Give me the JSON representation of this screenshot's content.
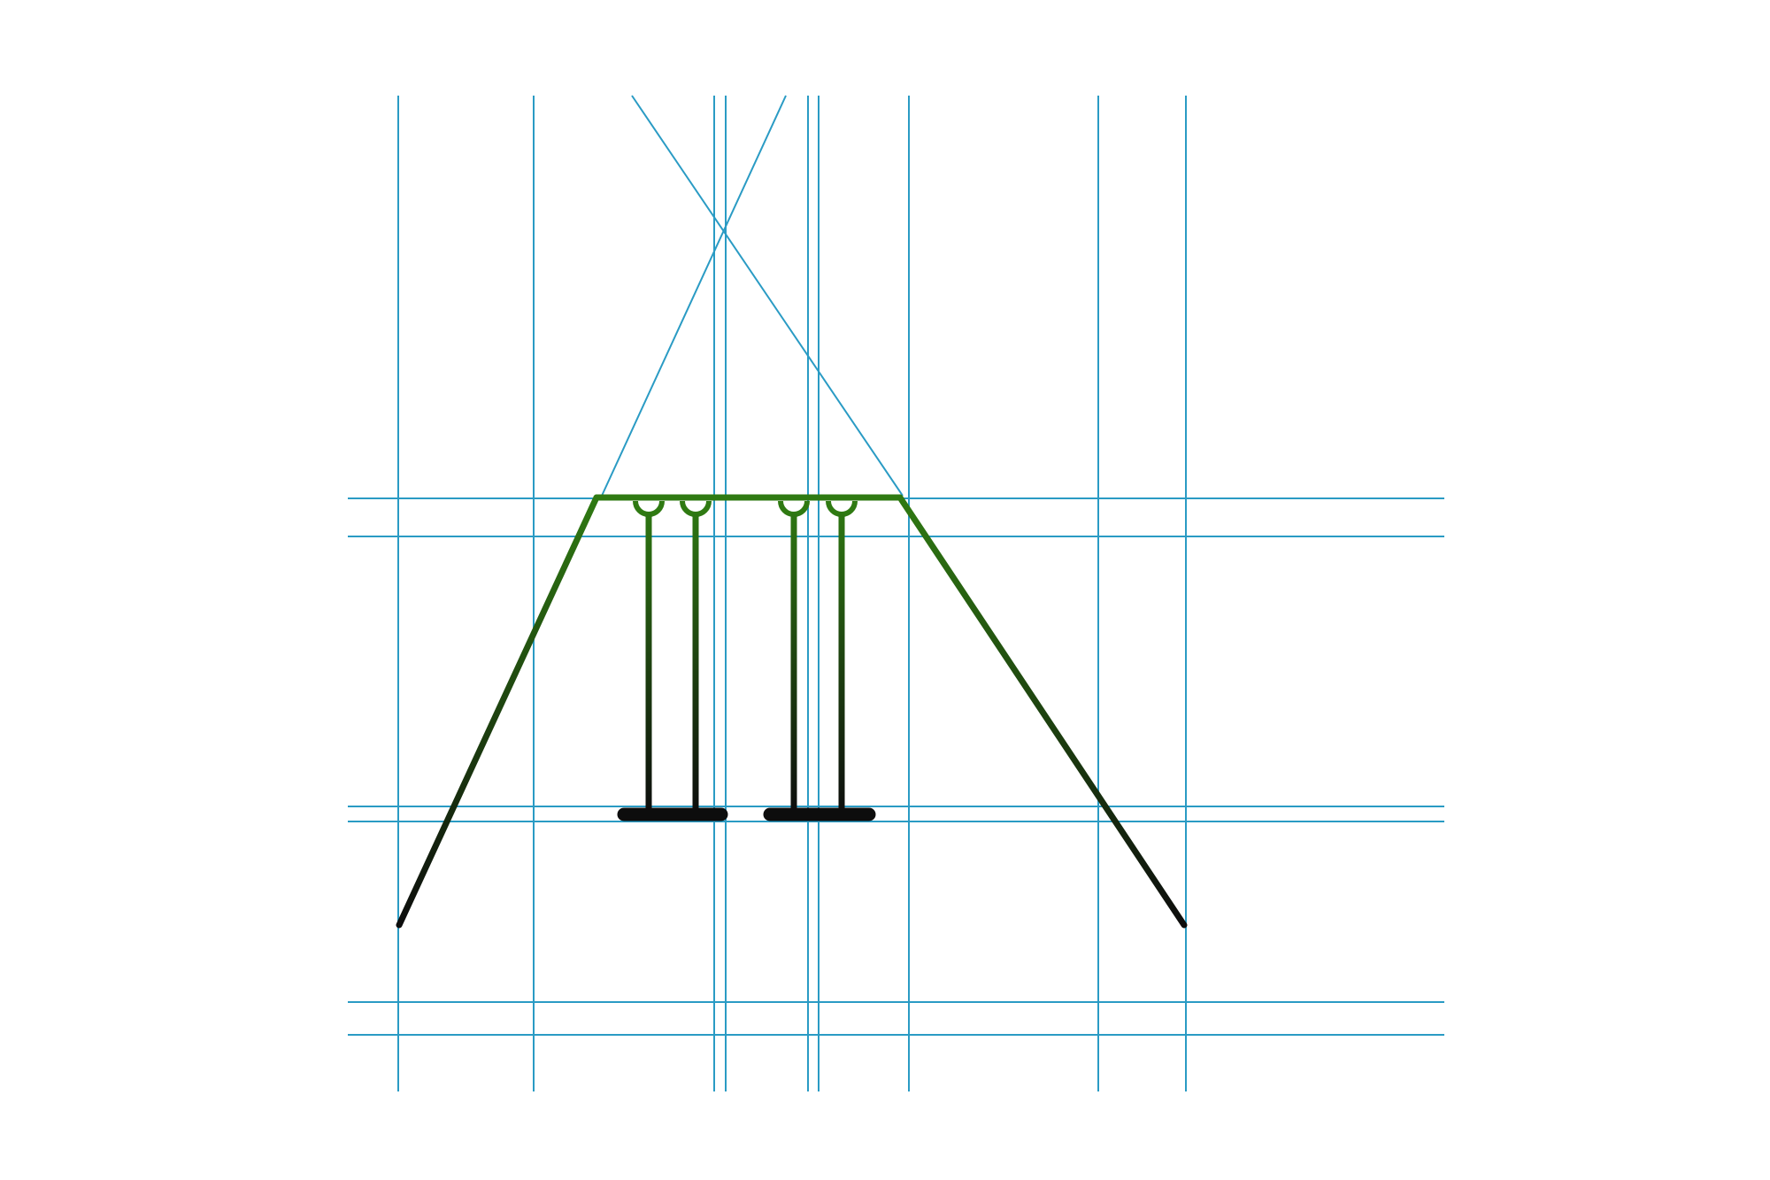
{
  "diagram": {
    "kind": "swing-set construction drawing",
    "guide_color": "#2a9bc4",
    "frame_top_color": "#2f7a12",
    "frame_bottom_color": "#0d0d0d",
    "seat_color": "#0d0d0d",
    "swings": 2,
    "ropes_per_swing": 2
  }
}
